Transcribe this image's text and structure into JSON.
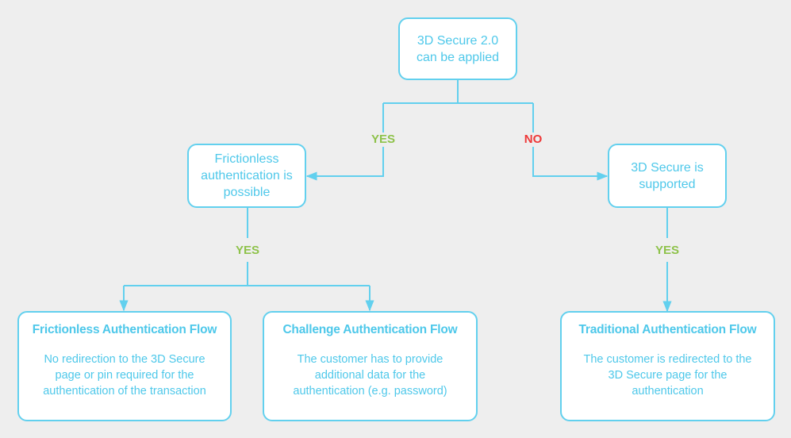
{
  "colors": {
    "accent": "#62d0ee",
    "text": "#4ec8ea",
    "yes": "#8ec24a",
    "no": "#ee3838",
    "background": "#eeeeee"
  },
  "nodes": {
    "root": {
      "lines": [
        "3D Secure 2.0",
        "can be applied"
      ]
    },
    "frictionless_possible": {
      "lines": [
        "Frictionless",
        "authentication is",
        "possible"
      ]
    },
    "supported": {
      "lines": [
        "3D Secure is",
        "supported"
      ]
    },
    "frictionless_flow": {
      "title": "Frictionless Authentication Flow",
      "lines": [
        "No redirection to the 3D Secure",
        "page or pin required for the",
        "authentication of the transaction"
      ]
    },
    "challenge_flow": {
      "title": "Challenge Authentication Flow",
      "lines": [
        "The customer has to provide",
        "additional data for the",
        "authentication (e.g. password)"
      ]
    },
    "traditional_flow": {
      "title": "Traditional Authentication Flow",
      "lines": [
        "The customer is redirected to the",
        "3D Secure page for the",
        "authentication"
      ]
    }
  },
  "labels": {
    "yes_root": "YES",
    "no_root": "NO",
    "yes_frictionless": "YES",
    "yes_supported": "YES"
  }
}
